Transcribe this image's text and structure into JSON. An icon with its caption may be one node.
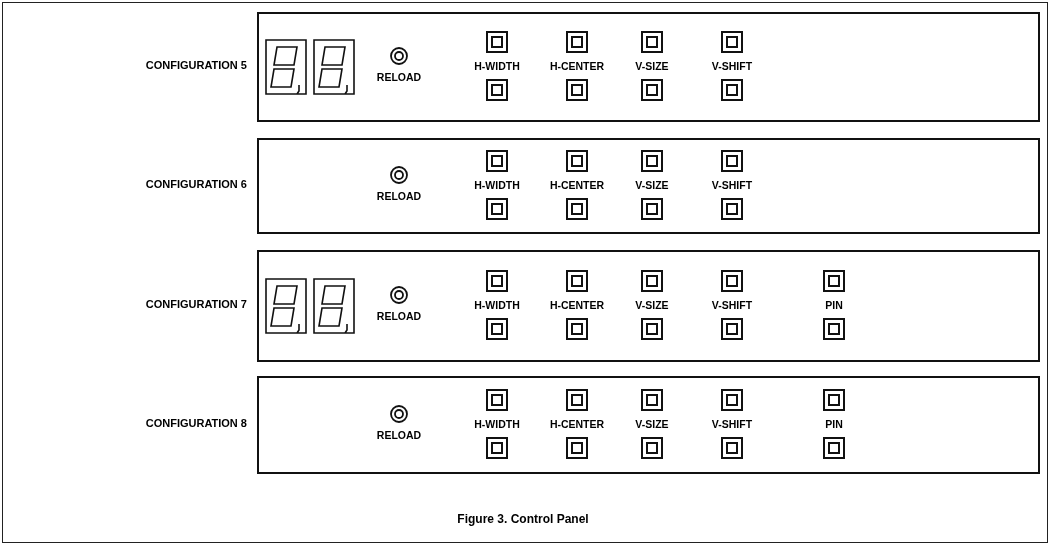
{
  "diagram": {
    "caption": "Figure 3.  Control Panel",
    "nodes": [
      {
        "text": [
          "RELOAD",
          "H-WIDTH",
          "H-CENTER",
          "V-SIZE",
          "V-SHIFT"
        ],
        "beside": [
          "CONFIGURATION 5"
        ]
      },
      {
        "text": [
          "RELOAD",
          "H-WIDTH",
          "H-CENTER",
          "V-SIZE",
          "V-SHIFT"
        ],
        "beside": [
          "CONFIGURATION 6"
        ]
      },
      {
        "text": [
          "RELOAD",
          "H-WIDTH",
          "H-CENTER",
          "V-SIZE",
          "V-SHIFT",
          "PIN"
        ],
        "beside": [
          "CONFIGURATION 7"
        ]
      },
      {
        "text": [
          "RELOAD",
          "H-WIDTH",
          "H-CENTER",
          "V-SIZE",
          "V-SHIFT",
          "PIN"
        ],
        "beside": [
          "CONFIGURATION 8"
        ]
      }
    ]
  }
}
